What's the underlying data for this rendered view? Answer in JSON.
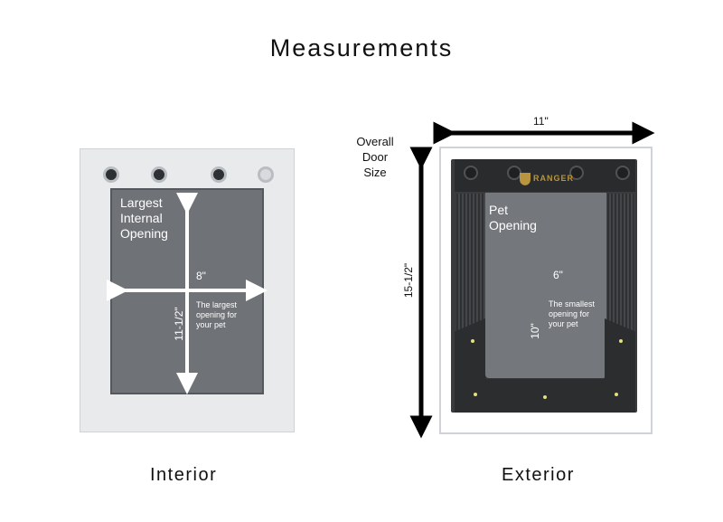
{
  "title": "Measurements",
  "interior": {
    "caption": "Interior",
    "opening_label": "Largest\nInternal\nOpening",
    "width": "8\"",
    "height": "11-1/2\"",
    "note": "The largest\nopening for\nyour pet"
  },
  "exterior": {
    "caption": "Exterior",
    "brand": "RANGER",
    "opening_label": "Pet\nOpening",
    "width": "6\"",
    "height": "10\"",
    "note": "The smallest\nopening for\nyour pet",
    "overall_label": "Overall\nDoor\nSize",
    "overall_width": "11\"",
    "overall_height": "15-1/2\""
  },
  "colors": {
    "frame": "#e9eaec",
    "flap": "#6f7277",
    "exterior_body": "#3a3b3d",
    "arrow_white": "#ffffff",
    "arrow_black": "#000000"
  }
}
